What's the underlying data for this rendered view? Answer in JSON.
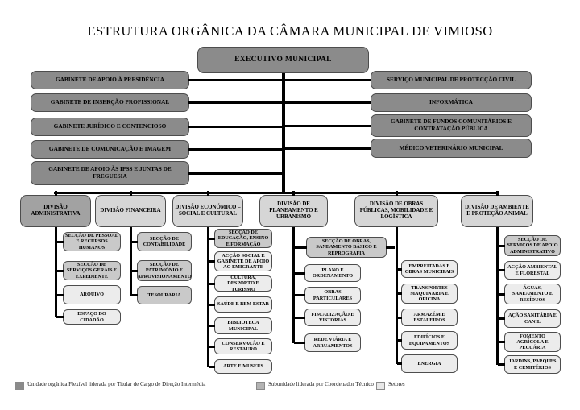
{
  "title": "ESTRUTURA ORGÂNICA DA CÂMARA MUNICIPAL DE VIMIOSO",
  "executive": {
    "label": "EXECUTIVO MUNICIPAL"
  },
  "support_units_left": [
    {
      "label": "GABINETE DE APOIO À PRESIDÊNCIA"
    },
    {
      "label": "GABINETE DE INSERÇÃO PROFISSIONAL"
    },
    {
      "label": "GABINETE JURÍDICO E CONTENCIOSO"
    },
    {
      "label": "GABINETE DE COMUNICAÇÃO E IMAGEM"
    },
    {
      "label": "GABINETE DE APOIO ÀS IPSS E JUNTAS DE FREGUESIA"
    }
  ],
  "support_units_right": [
    {
      "label": "SERVIÇO MUNICIPAL DE PROTECÇÃO CIVIL"
    },
    {
      "label": "INFORMÁTICA"
    },
    {
      "label": "GABINETE DE FUNDOS COMUNITÁRIOS E CONTRATAÇÃO PÚBLICA"
    },
    {
      "label": "MÉDICO VETERINÁRIO MUNICIPAL"
    }
  ],
  "columns": [
    {
      "division": {
        "label": "DIVISÃO ADMINISTRATIVA"
      },
      "children": [
        {
          "label": "SECÇÃO DE PESSOAL E RECURSOS HUMANOS",
          "type": "subunidade"
        },
        {
          "label": "SECÇÃO DE SERVIÇOS GERAIS E EXPEDIENTE",
          "type": "subunidade"
        },
        {
          "label": "ARQUIVO",
          "type": "setor"
        },
        {
          "label": "ESPAÇO DO CIDADÃO",
          "type": "setor"
        }
      ]
    },
    {
      "division": {
        "label": "DIVISÃO FINANCEIRA"
      },
      "children": [
        {
          "label": "SECÇÃO DE CONTABILIDADE",
          "type": "subunidade"
        },
        {
          "label": "SECÇÃO DE PATRIMÓNIO E APROVISIONAMENTO",
          "type": "subunidade"
        },
        {
          "label": "TESOURARIA",
          "type": "subunidade"
        }
      ]
    },
    {
      "division": {
        "label": "DIVISÃO ECONÓMICO – SOCIAL E CULTURAL"
      },
      "children": [
        {
          "label": "SECÇÃO DE EDUCAÇÃO, ENSINO E FORMAÇÃO",
          "type": "subunidade"
        },
        {
          "label": "ACÇÃO SOCIAL E GABINETE DE APOIO AO EMIGRANTE",
          "type": "setor"
        },
        {
          "label": "CULTURA, DESPORTO E TURISMO",
          "type": "setor"
        },
        {
          "label": "SAÚDE E BEM ESTAR",
          "type": "setor"
        },
        {
          "label": "BIBLIOTECA MUNICIPAL",
          "type": "setor"
        },
        {
          "label": "CONSERVAÇÃO E RESTAURO",
          "type": "setor"
        },
        {
          "label": "ARTE E MUSEUS",
          "type": "setor"
        }
      ]
    },
    {
      "division": {
        "label": "DIVISÃO DE PLANEAMENTO E URBANISMO"
      },
      "children": [
        {
          "label": "SECÇÃO DE OBRAS, SANEAMENTO BÁSICO E REPROGRAFIA",
          "type": "subunidade"
        },
        {
          "label": "PLANO E ORDENAMENTO",
          "type": "setor"
        },
        {
          "label": "OBRAS PARTICULARES",
          "type": "setor"
        },
        {
          "label": "FISCALIZAÇÃO E VISTORIAS",
          "type": "setor"
        },
        {
          "label": "REDE VIÁRIA E ARRUAMENTOS",
          "type": "setor"
        }
      ]
    },
    {
      "division": {
        "label": "DIVISÃO DE OBRAS PÚBLICAS, MOBILIDADE E LOGÍSTICA"
      },
      "children": [
        {
          "label": "EMPREITADAS E OBRAS MUNICIPAIS",
          "type": "setor"
        },
        {
          "label": "TRANSPORTES MAQUINARIA E OFICINA",
          "type": "setor"
        },
        {
          "label": "ARMAZÉM E ESTALEIROS",
          "type": "setor"
        },
        {
          "label": "EDIFÍCIOS E EQUIPAMENTOS",
          "type": "setor"
        },
        {
          "label": "ENERGIA",
          "type": "setor"
        }
      ]
    },
    {
      "division": {
        "label": "DIVISÃO DE AMBIENTE E PROTEÇÃO ANIMAL"
      },
      "children": [
        {
          "label": "SECÇÃO DE SERVIÇOS DE APOIO ADMINISTRATIVO",
          "type": "subunidade"
        },
        {
          "label": "ACÇÃO AMBIENTAL E FLORESTAL",
          "type": "setor"
        },
        {
          "label": "ÁGUAS, SANEAMENTO E RESÍDUOS",
          "type": "setor"
        },
        {
          "label": "AÇÃO SANITÁRIA E CANIL",
          "type": "setor"
        },
        {
          "label": "FOMENTO AGRÍCOLA E PECUÁRIA",
          "type": "setor"
        },
        {
          "label": "JARDINS, PARQUES E CEMITÉRIOS",
          "type": "setor"
        }
      ]
    }
  ],
  "legend": [
    {
      "label": "Unidade orgânica Flexível liderada por Titular de Cargo de Direção Intermédia",
      "color": "#8b8b8b"
    },
    {
      "label": "Subunidade liderada por Coordenador Técnico",
      "color": "#b3b3b3"
    },
    {
      "label": "Setores",
      "color": "#e8e8e8"
    }
  ],
  "colors": {
    "dark_unit": "#8b8b8b",
    "division_highlight": "#a2a2a2",
    "division": "#d6d6d6",
    "subunidade": "#c9c9c9",
    "setor": "#ececec",
    "connector": "#000000"
  }
}
